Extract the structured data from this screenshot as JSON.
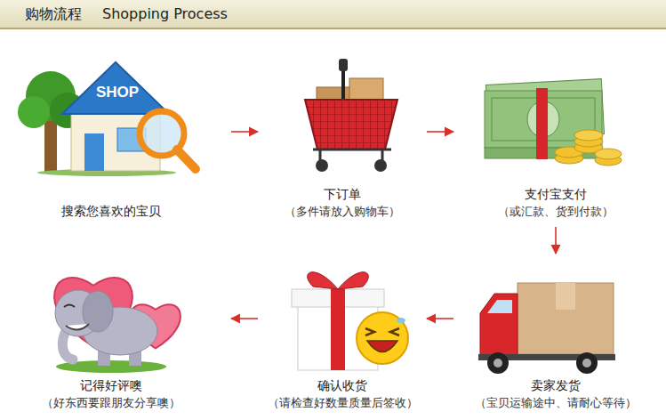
{
  "diagram": {
    "title": "购物流程",
    "nodes": [
      {
        "text": [
          "搜索您喜欢的宝贝"
        ]
      },
      {
        "text": [
          "下订单",
          "（多件请放入购物车）"
        ]
      },
      {
        "text": [
          "支付宝支付",
          "（或汇款、货到付款）"
        ]
      },
      {
        "text": [
          "卖家发货",
          "（宝贝运输途中、请耐心等待）"
        ]
      },
      {
        "text": [
          "确认收货",
          "（请检查好数量质量后签收）"
        ]
      },
      {
        "text": [
          "记得好评噢",
          "（好东西要跟朋友分享噢）"
        ]
      }
    ],
    "edges": [
      {
        "from": 0,
        "to": 1,
        "arrow": "to"
      },
      {
        "from": 1,
        "to": 2,
        "arrow": "to"
      },
      {
        "from": 2,
        "to": 3,
        "arrow": "to"
      },
      {
        "from": 3,
        "to": 4,
        "arrow": "to"
      },
      {
        "from": 4,
        "to": 5,
        "arrow": "to"
      }
    ],
    "labels": [
      "Shopping Process",
      "SHOP"
    ]
  }
}
